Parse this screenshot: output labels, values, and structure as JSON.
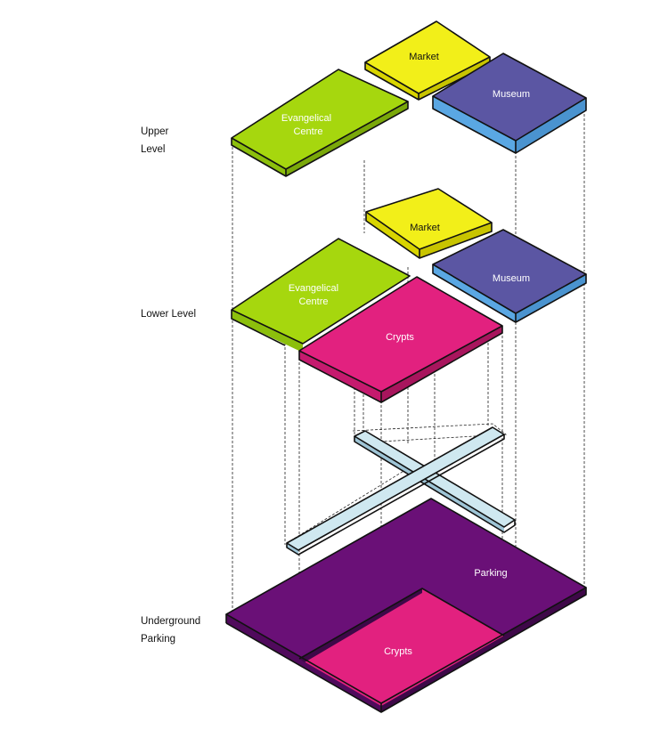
{
  "levels": {
    "upper_line1": "Upper",
    "upper_line2": "Level",
    "lower": "Lower Level",
    "underground_line1": "Underground",
    "underground_line2": "Parking"
  },
  "blocks": {
    "upper_market": "Market",
    "upper_museum": "Museum",
    "upper_evangelical_line1": "Evangelical",
    "upper_evangelical_line2": "Centre",
    "lower_market": "Market",
    "lower_museum": "Museum",
    "lower_evangelical_line1": "Evangelical",
    "lower_evangelical_line2": "Centre",
    "lower_crypts": "Crypts",
    "parking": "Parking",
    "underground_crypts": "Crypts"
  },
  "colors": {
    "evangelical_top": "#a6d70e",
    "evangelical_side": "#8cbf0c",
    "market_top": "#f2ef19",
    "market_side": "#d8d400",
    "museum_top": "#5b56a3",
    "museum_side": "#5aa7e3",
    "crypts_top": "#e2217f",
    "crypts_side": "#c51a6e",
    "parking_top": "#6a1077",
    "parking_side": "#500a5c",
    "cross_fill": "#cfe8f0"
  }
}
